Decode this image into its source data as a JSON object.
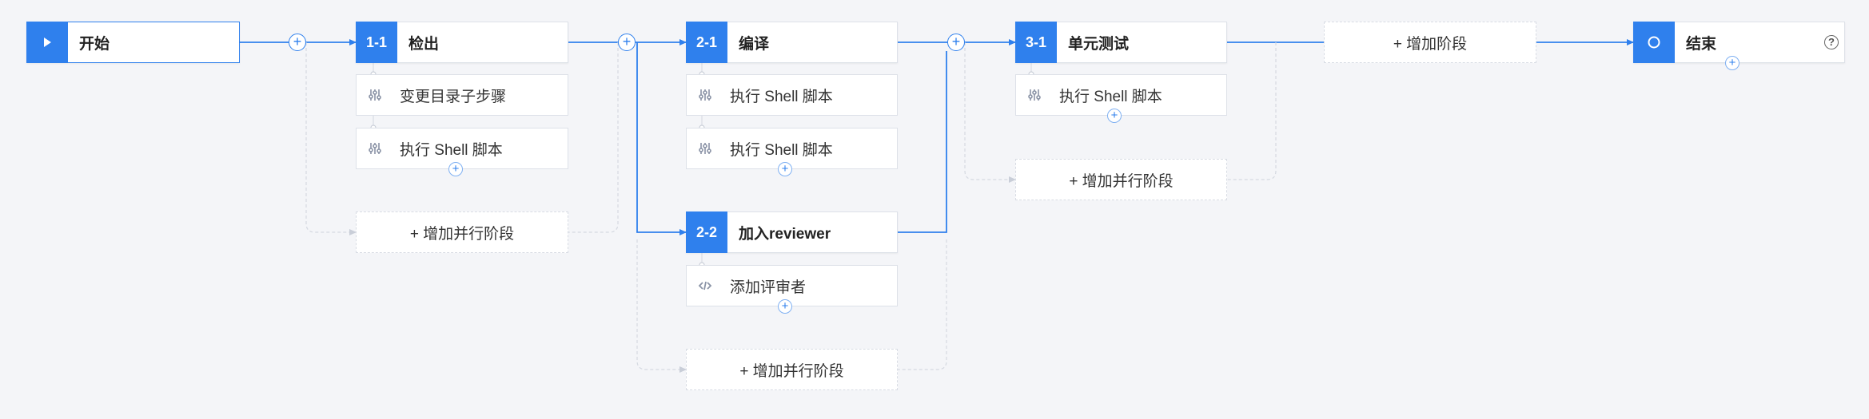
{
  "pipeline": {
    "start": {
      "label": "开始",
      "icon": "play-icon"
    },
    "end": {
      "label": "结束",
      "icon": "circle-icon",
      "help_icon": "help-icon",
      "help_glyph": "?"
    },
    "stages": [
      {
        "id": "1-1",
        "title": "检出",
        "steps": [
          {
            "label": "变更目录子步骤",
            "icon": "sliders-icon"
          },
          {
            "label": "执行 Shell 脚本",
            "icon": "sliders-icon"
          }
        ]
      },
      {
        "id": "2-1",
        "title": "编译",
        "steps": [
          {
            "label": "执行 Shell 脚本",
            "icon": "sliders-icon"
          },
          {
            "label": "执行 Shell 脚本",
            "icon": "sliders-icon"
          }
        ]
      },
      {
        "id": "2-2",
        "title": "加入reviewer",
        "steps": [
          {
            "label": "添加评审者",
            "icon": "code-icon"
          }
        ]
      },
      {
        "id": "3-1",
        "title": "单元测试",
        "steps": [
          {
            "label": "执行 Shell 脚本",
            "icon": "sliders-icon"
          }
        ]
      }
    ],
    "add_parallel_label": "+ 增加并行阶段",
    "add_stage_label": "+ 增加阶段",
    "plus_glyph": "+"
  }
}
